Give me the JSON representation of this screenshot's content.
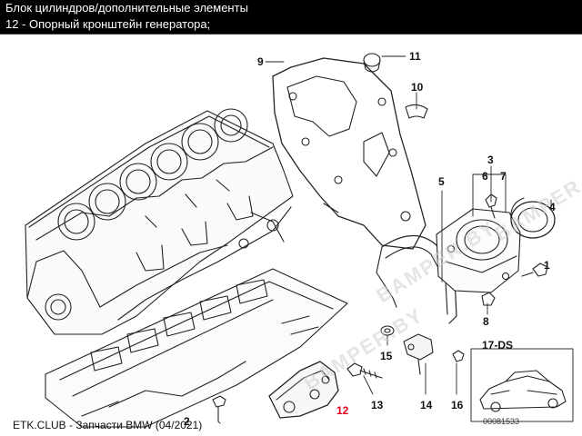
{
  "header": {
    "title": "Блок цилиндров/дополнительные элементы",
    "subtitle": "12 - Опорный кронштейн генератора;"
  },
  "callouts": [
    {
      "id": "c1",
      "label": "1"
    },
    {
      "id": "c2",
      "label": "2"
    },
    {
      "id": "c3",
      "label": "3"
    },
    {
      "id": "c4",
      "label": "4"
    },
    {
      "id": "c5",
      "label": "5"
    },
    {
      "id": "c6",
      "label": "6"
    },
    {
      "id": "c7",
      "label": "7"
    },
    {
      "id": "c8",
      "label": "8"
    },
    {
      "id": "c9",
      "label": "9"
    },
    {
      "id": "c10",
      "label": "10"
    },
    {
      "id": "c11",
      "label": "11"
    },
    {
      "id": "c12",
      "label": "12",
      "highlighted": true
    },
    {
      "id": "c13",
      "label": "13"
    },
    {
      "id": "c14",
      "label": "14"
    },
    {
      "id": "c15",
      "label": "15"
    },
    {
      "id": "c16",
      "label": "16"
    }
  ],
  "variant_label": "17-DS",
  "watermark": "BAMPER.BY",
  "footer": "ETK.CLUB - Запчасти BMW (04/2021)",
  "image_number": "00081533",
  "colors": {
    "header_bg": "#000000",
    "header_text": "#ffffff",
    "highlight": "#e0001a"
  }
}
